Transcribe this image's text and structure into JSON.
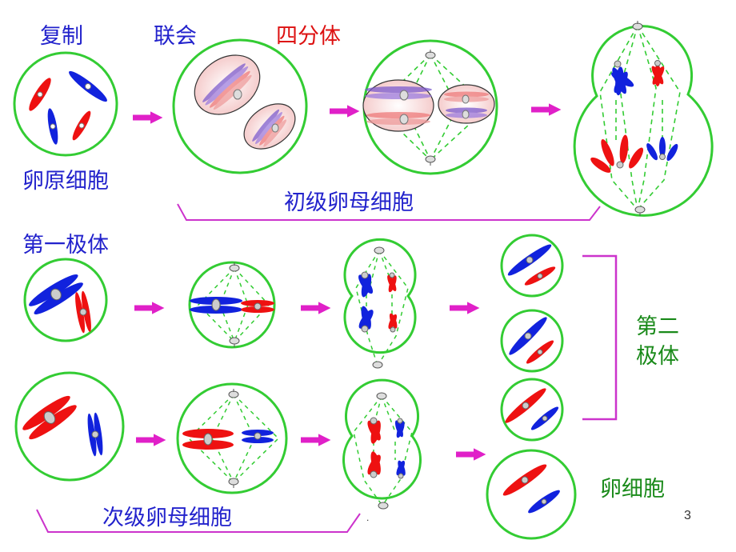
{
  "labels": {
    "replication": "复制",
    "synapsis": "联会",
    "tetrad": "四分体",
    "oogonium": "卵原细胞",
    "primary_oocyte": "初级卵母细胞",
    "first_polar_body": "第一极体",
    "second_polar_body_line1": "第二",
    "second_polar_body_line2": "极体",
    "secondary_oocyte": "次级卵母细胞",
    "egg_cell": "卵细胞",
    "page_number": "3",
    "dot": "."
  },
  "colors": {
    "membrane": "#33cc33",
    "chromosome_red": "#ee1111",
    "chromosome_blue": "#1122dd",
    "arrow": "#e020c8",
    "text_blue": "#2222cc",
    "text_red": "#dd1111",
    "text_green": "#1a8a1a",
    "bracket": "#cc33cc"
  },
  "icons": {
    "arrow": "magenta-block-arrow",
    "centrosome": "centrosome-icon"
  }
}
